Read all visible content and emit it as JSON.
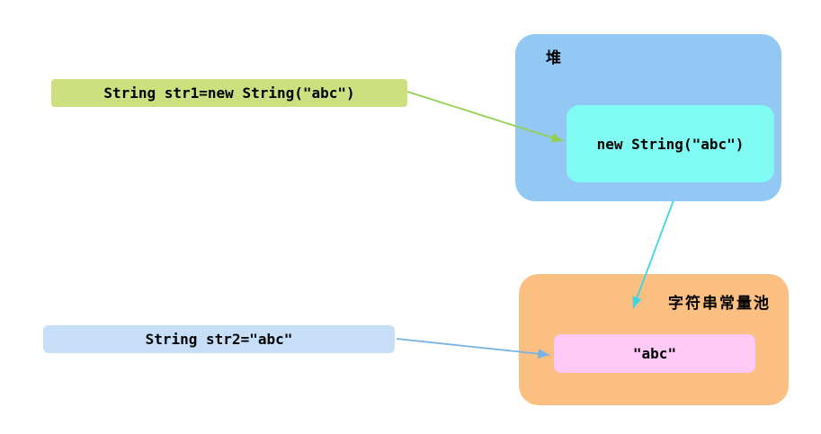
{
  "nodes": {
    "str1": {
      "label": "String str1=new String(\"abc\")",
      "bg": "#cde07f"
    },
    "str2": {
      "label": "String str2=\"abc\"",
      "bg": "#c6dff7"
    },
    "heap": {
      "label": "堆",
      "bg": "#94c8f4"
    },
    "new_string": {
      "label": "new String(\"abc\")",
      "bg": "#80fbf3"
    },
    "pool": {
      "label": "字符串常量池",
      "bg": "#fbbf82"
    },
    "abc": {
      "label": "\"abc\"",
      "bg": "#fec9f6"
    }
  },
  "arrows": {
    "str1_to_new": {
      "color": "#92d050"
    },
    "new_to_pool": {
      "color": "#3bd6e0"
    },
    "str2_to_abc": {
      "color": "#74b3e3"
    }
  },
  "text_color": "#000000",
  "background": "#ffffff"
}
